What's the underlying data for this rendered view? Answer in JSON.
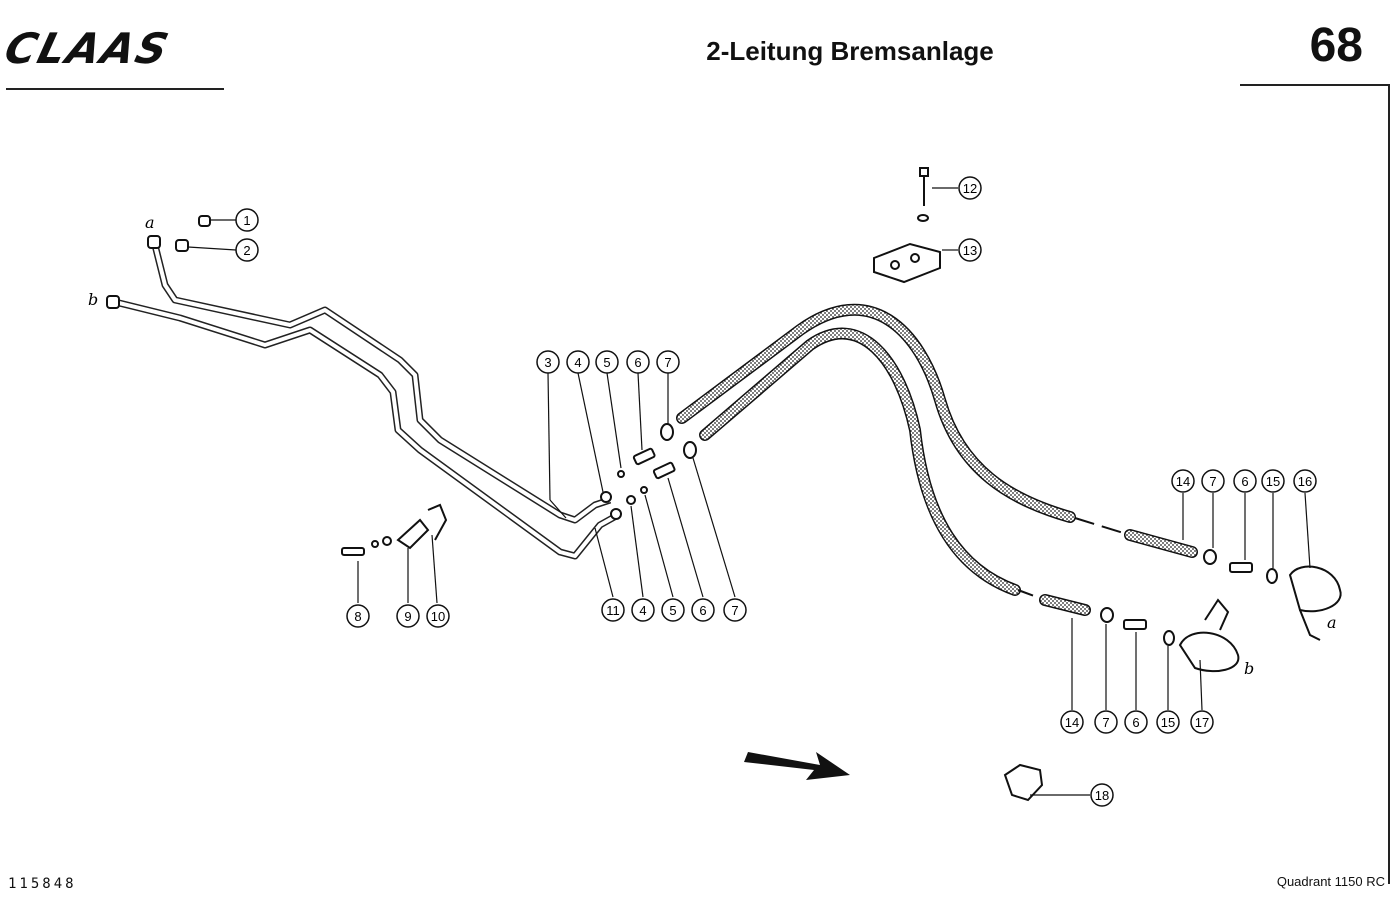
{
  "header": {
    "brand": "CLAAS",
    "title": "2-Leitung Bremsanlage",
    "page_number": "68"
  },
  "footer": {
    "doc_id": "115848",
    "model": "Quadrant 1150 RC"
  },
  "diagram": {
    "callouts": [
      {
        "id": "c1",
        "label": "1"
      },
      {
        "id": "c2",
        "label": "2"
      },
      {
        "id": "c3",
        "label": "3"
      },
      {
        "id": "c4a",
        "label": "4"
      },
      {
        "id": "c5a",
        "label": "5"
      },
      {
        "id": "c6a",
        "label": "6"
      },
      {
        "id": "c7a",
        "label": "7"
      },
      {
        "id": "c8",
        "label": "8"
      },
      {
        "id": "c9",
        "label": "9"
      },
      {
        "id": "c10",
        "label": "10"
      },
      {
        "id": "c11",
        "label": "11"
      },
      {
        "id": "c4b",
        "label": "4"
      },
      {
        "id": "c5b",
        "label": "5"
      },
      {
        "id": "c6b",
        "label": "6"
      },
      {
        "id": "c7b",
        "label": "7"
      },
      {
        "id": "c12",
        "label": "12"
      },
      {
        "id": "c13",
        "label": "13"
      },
      {
        "id": "c14a",
        "label": "14"
      },
      {
        "id": "c7c",
        "label": "7"
      },
      {
        "id": "c6c",
        "label": "6"
      },
      {
        "id": "c15a",
        "label": "15"
      },
      {
        "id": "c16",
        "label": "16"
      },
      {
        "id": "c14b",
        "label": "14"
      },
      {
        "id": "c7d",
        "label": "7"
      },
      {
        "id": "c6d",
        "label": "6"
      },
      {
        "id": "c15b",
        "label": "15"
      },
      {
        "id": "c17",
        "label": "17"
      },
      {
        "id": "c18",
        "label": "18"
      }
    ],
    "letters": [
      {
        "id": "la1",
        "text": "a"
      },
      {
        "id": "lb1",
        "text": "b"
      },
      {
        "id": "la2",
        "text": "a"
      },
      {
        "id": "lb2",
        "text": "b"
      }
    ]
  }
}
